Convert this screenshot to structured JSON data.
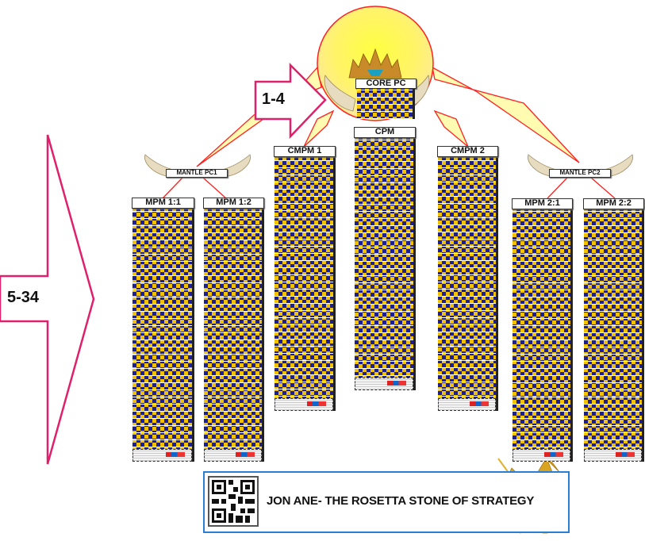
{
  "arrows": {
    "small": "1-4",
    "large": "5-34"
  },
  "core": {
    "label": "CORE PC"
  },
  "mantle": [
    {
      "label": "MANTLE PC1"
    },
    {
      "label": "MANTLE PC2"
    }
  ],
  "columns": [
    {
      "label": "MPM 1:1"
    },
    {
      "label": "MPM 1:2"
    },
    {
      "label": "CMPM 1"
    },
    {
      "label": "CPM"
    },
    {
      "label": "CMPM 2"
    },
    {
      "label": "MPM 2:1"
    },
    {
      "label": "MPM 2:2"
    }
  ],
  "footer": {
    "title": "JON ANE- THE ROSETTA STONE OF STRATEGY"
  },
  "colors": {
    "navy": "#1b1f8f",
    "yellow": "#f2c200",
    "arrow": "#e0206a",
    "ray": "#ff2020",
    "border": "#2a7fd4"
  }
}
